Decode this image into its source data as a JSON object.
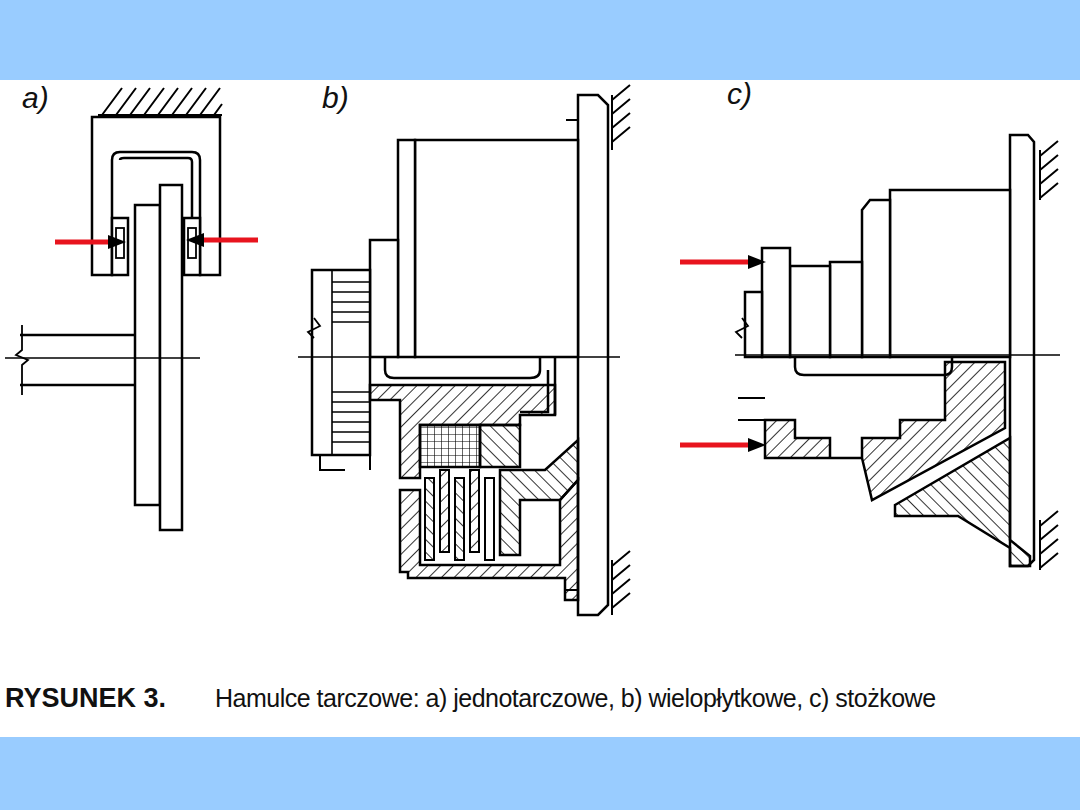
{
  "diagram": {
    "caption": "Hamulce tarczowe: a) jednotarczowe, b) wielopłytkowe, c) stożkowe",
    "labels": [
      "a)",
      "b)",
      "c)",
      "RYSUNEK 3."
    ]
  }
}
